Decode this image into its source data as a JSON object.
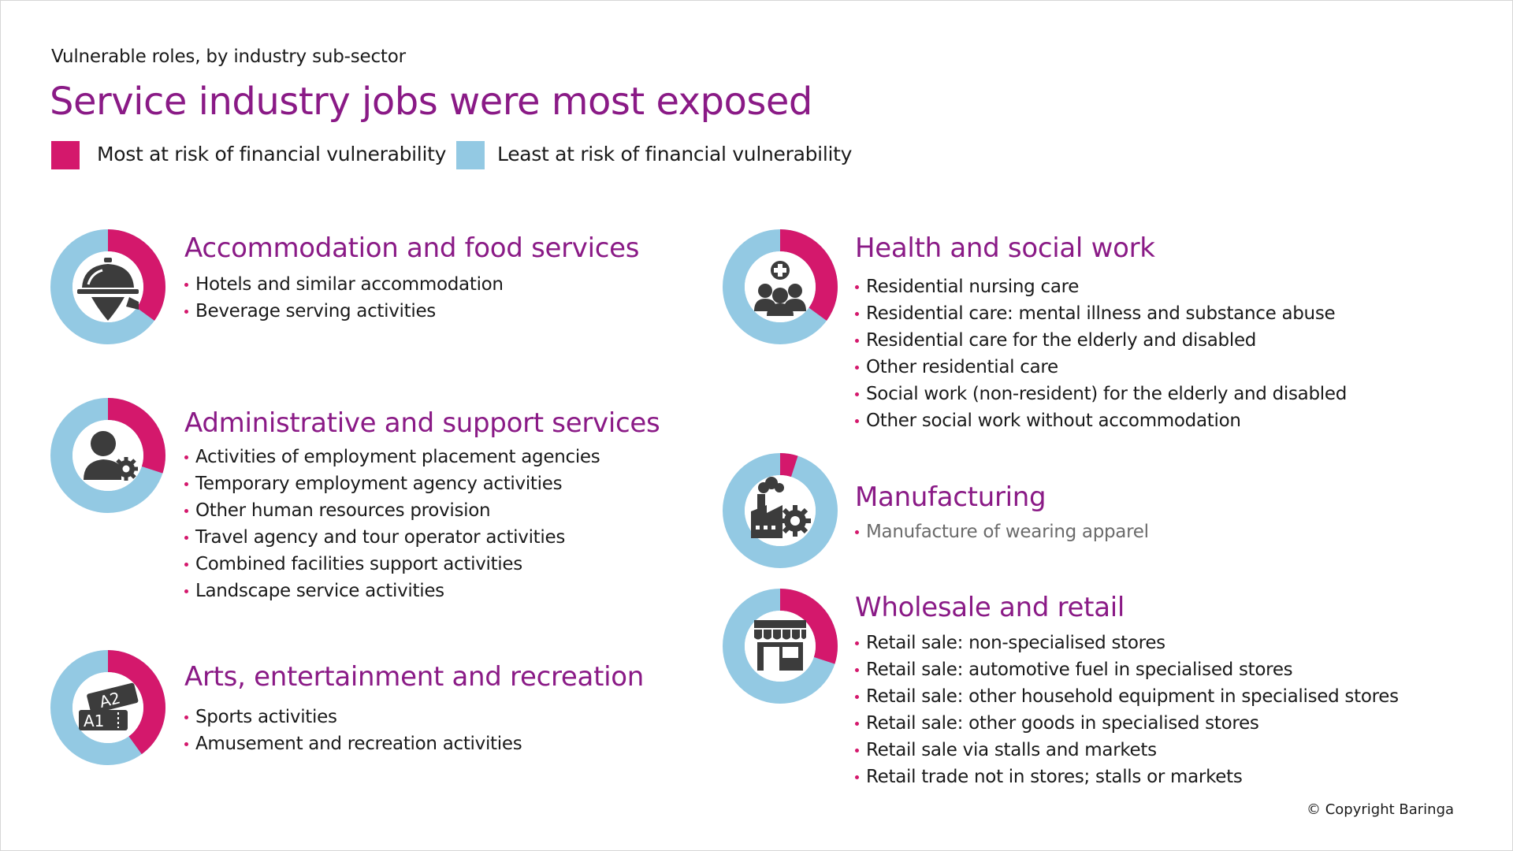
{
  "header": {
    "subtitle": "Vulnerable roles, by industry sub-sector",
    "title": "Service industry jobs were most exposed"
  },
  "legend": [
    {
      "label": "Most at risk of financial vulnerability",
      "color": "#d4186c"
    },
    {
      "label": "Least at risk of financial vulnerability",
      "color": "#93c9e3"
    }
  ],
  "colors": {
    "most": "#d4186c",
    "least": "#93c9e3",
    "title": "#8a1a86",
    "icon": "#3c3c3c"
  },
  "chart_data": {
    "type": "pie",
    "legend_position": "top-left",
    "series_names": [
      "Most at risk of financial vulnerability",
      "Least at risk of financial vulnerability"
    ],
    "sectors": [
      {
        "name": "Accommodation and food services",
        "icon": "cloche-waiter-icon",
        "most_pct": 35,
        "least_pct": 65,
        "items": [
          "Hotels and similar accommodation",
          "Beverage serving activities"
        ]
      },
      {
        "name": "Administrative and support services",
        "icon": "person-gear-icon",
        "most_pct": 30,
        "least_pct": 70,
        "items": [
          "Activities of employment placement agencies",
          "Temporary employment agency activities",
          "Other human resources provision",
          "Travel agency and tour operator activities",
          "Combined facilities support activities",
          "Landscape service activities"
        ]
      },
      {
        "name": "Arts, entertainment and recreation",
        "icon": "tickets-icon",
        "most_pct": 40,
        "least_pct": 60,
        "items": [
          "Sports activities",
          "Amusement and recreation activities"
        ]
      },
      {
        "name": "Health and social work",
        "icon": "medical-team-icon",
        "most_pct": 35,
        "least_pct": 65,
        "items": [
          "Residential nursing care",
          "Residential care: mental illness and substance abuse",
          "Residential care for the elderly and disabled",
          "Other residential care",
          "Social work (non-resident) for the elderly and disabled",
          "Other social work without accommodation"
        ]
      },
      {
        "name": "Manufacturing",
        "icon": "factory-gear-icon",
        "most_pct": 5,
        "least_pct": 95,
        "items": [
          "Manufacture of wearing apparel"
        ]
      },
      {
        "name": "Wholesale and retail",
        "icon": "storefront-icon",
        "most_pct": 30,
        "least_pct": 70,
        "items": [
          "Retail sale: non-specialised stores",
          "Retail sale: automotive fuel in specialised stores",
          "Retail sale: other household equipment in specialised stores",
          "Retail sale: other goods in specialised stores",
          "Retail sale via stalls and markets",
          "Retail trade not in stores; stalls or markets"
        ]
      }
    ]
  },
  "footer": {
    "copyright": "© Copyright Baringa"
  }
}
